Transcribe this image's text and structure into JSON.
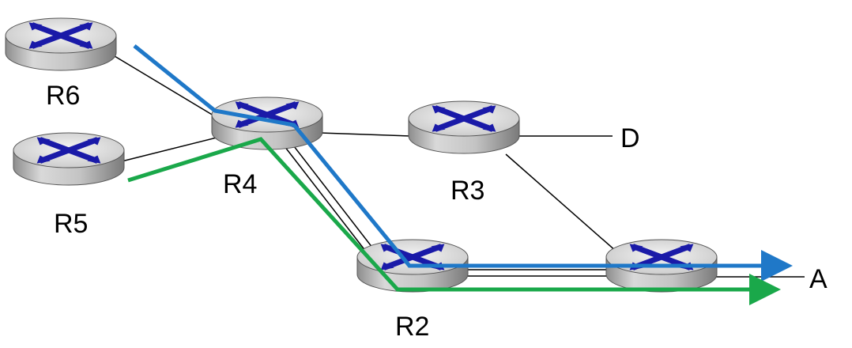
{
  "routers": [
    {
      "id": "R6",
      "label": "R6"
    },
    {
      "id": "R5",
      "label": "R5"
    },
    {
      "id": "R4",
      "label": "R4"
    },
    {
      "id": "R3",
      "label": "R3"
    },
    {
      "id": "R2",
      "label": "R2"
    },
    {
      "id": "R1",
      "label": ""
    }
  ],
  "endpoints": {
    "d": "D",
    "a": "A"
  },
  "colors": {
    "blue_path": "#1f78c8",
    "green_path": "#1aa84a",
    "link": "#000000",
    "router_top": "#dcdcdc",
    "router_side": "#b8b8b8",
    "router_x": "#1a1aa8"
  }
}
